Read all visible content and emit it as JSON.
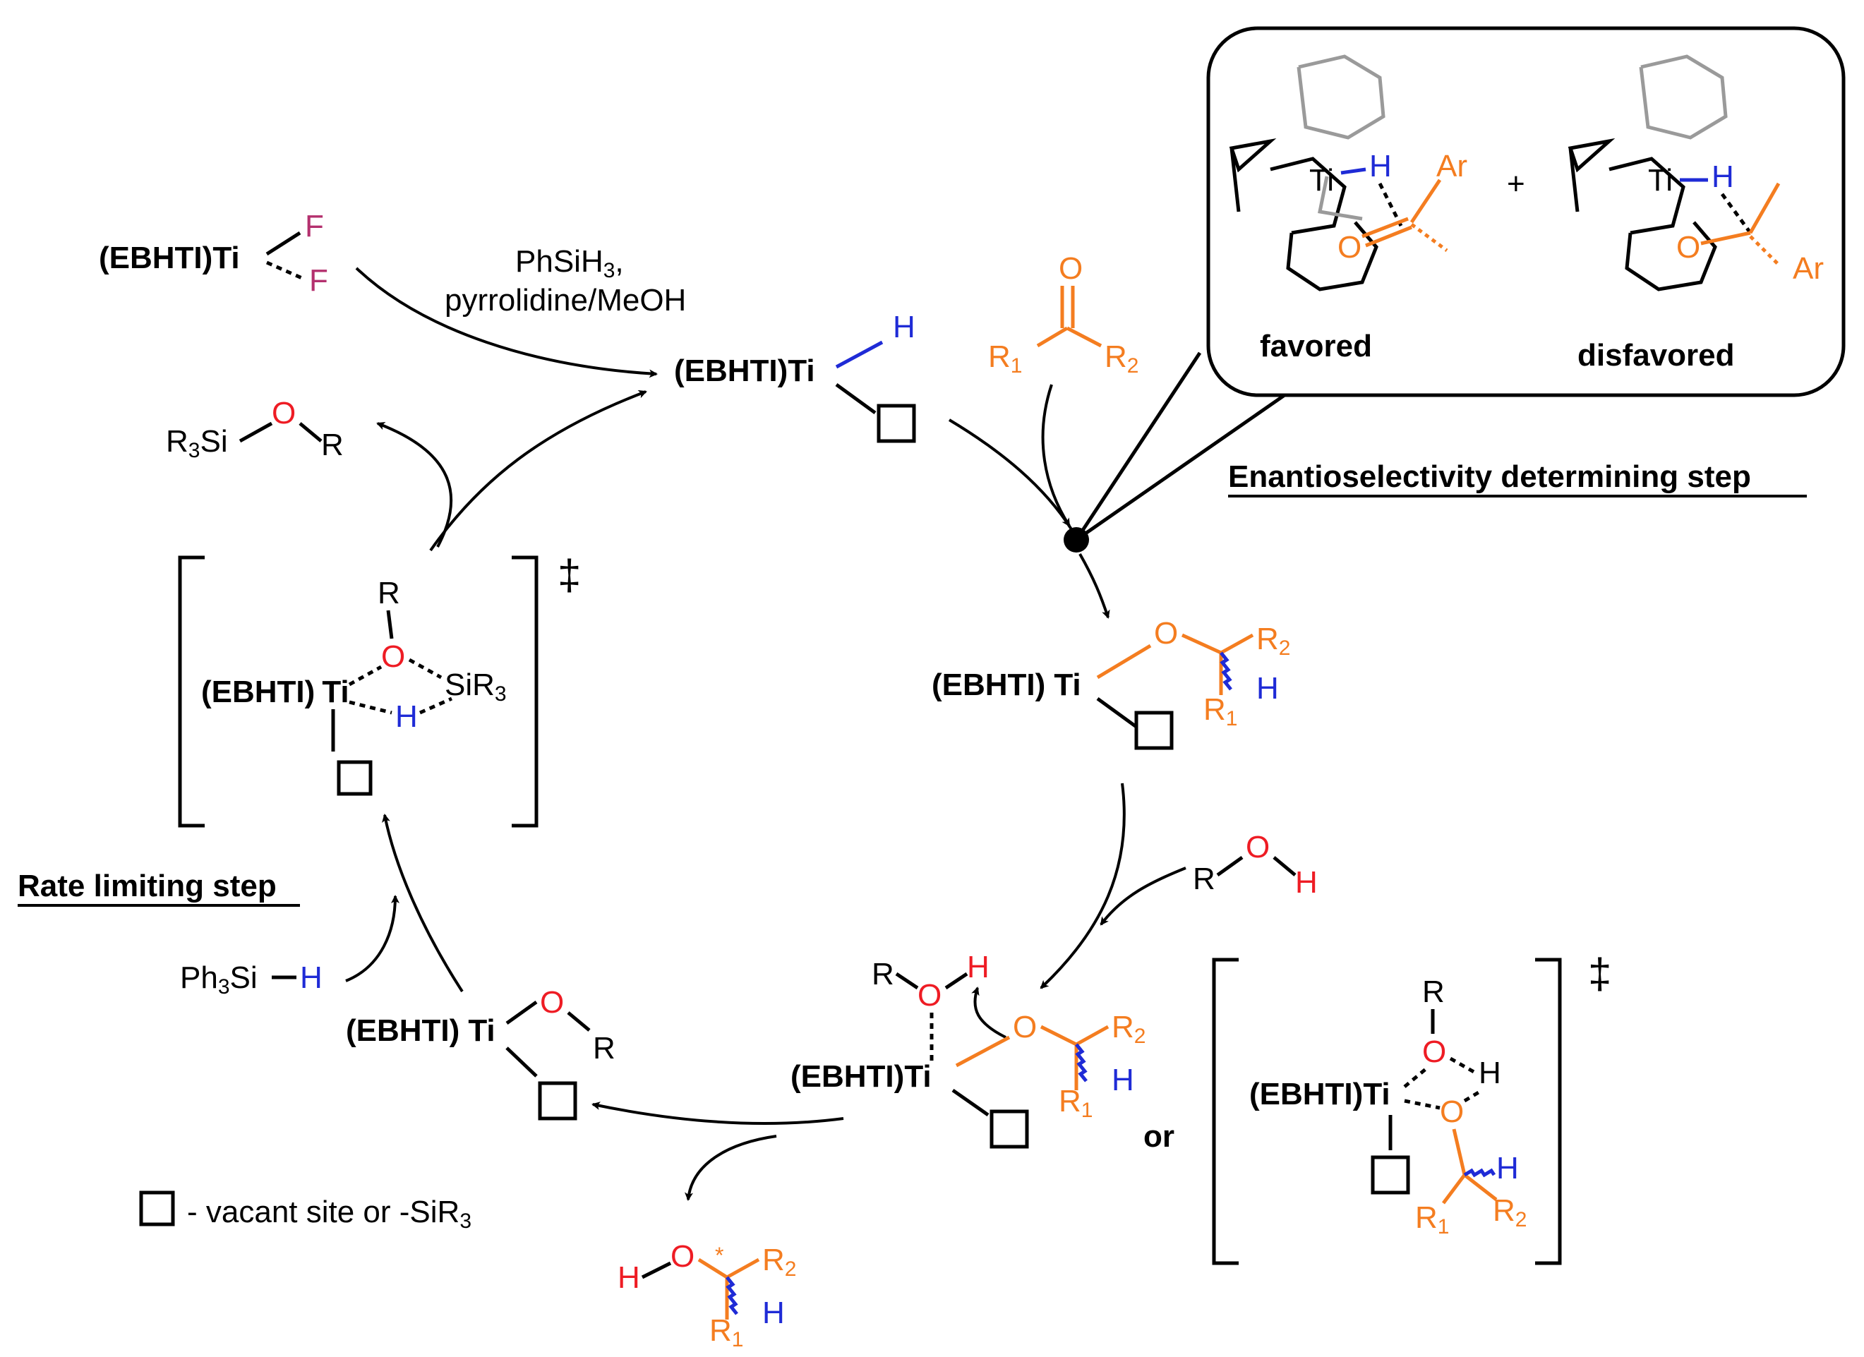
{
  "colors": {
    "black": "#000000",
    "orange": "#f47d20",
    "red": "#ee1c24",
    "blue": "#1f2bd6",
    "magenta": "#b4306e",
    "grey": "#9a9a9a"
  },
  "precatalyst": {
    "ligand": "(EBHTI)",
    "metal": "Ti",
    "f1": "F",
    "f2": "F"
  },
  "reagents": {
    "line1": "PhSiH",
    "line1_sub": "3",
    "line1_end": ",",
    "line2": "pyrrolidine/MeOH"
  },
  "ti_hydride": {
    "ligand": "(EBHTI)Ti",
    "h": "H"
  },
  "ketone": {
    "o": "O",
    "r1": "R",
    "r1_sub": "1",
    "r2": "R",
    "r2_sub": "2"
  },
  "inset": {
    "favored_label": "favored",
    "disfavored_label": "disfavored",
    "plus": "+",
    "ti": "Ti",
    "h": "H",
    "o": "O",
    "ar": "Ar"
  },
  "eds_label": "Enantioselectivity determining step",
  "alkoxide": {
    "ligand": "(EBHTI)",
    "metal": "Ti",
    "o": "O",
    "r2": "R",
    "r2_sub": "2",
    "r1": "R",
    "r1_sub": "1",
    "h": "H"
  },
  "alcohol": {
    "r": "R",
    "o": "O",
    "h": "H"
  },
  "central_complex": {
    "ligand": "(EBHTI)",
    "metal": "Ti",
    "r": "R",
    "o": "O",
    "h": "H",
    "o2": "O",
    "r2": "R",
    "r2_sub": "2",
    "r1": "R",
    "r1_sub": "1",
    "h2": "H"
  },
  "or_label": "or",
  "ts2": {
    "ligand": "(EBHTI)",
    "metal": "Ti",
    "r": "R",
    "o": "O",
    "h": "H",
    "o2": "O",
    "h2": "H",
    "r1": "R",
    "r1_sub": "1",
    "r2": "R",
    "r2_sub": "2",
    "dagger": "‡"
  },
  "ti_or": {
    "ligand": "(EBHTI)",
    "metal": "Ti",
    "o": "O",
    "r": "R"
  },
  "legend": {
    "text": "- vacant site or -SiR",
    "text_sub": "3"
  },
  "product": {
    "h": "H",
    "o": "O",
    "star": "*",
    "r2": "R",
    "r2_sub": "2",
    "r1": "R",
    "r1_sub": "1",
    "h2": "H"
  },
  "silane": {
    "text": "Ph",
    "sub": "3",
    "si": "Si",
    "h": "H"
  },
  "rls_label": "Rate limiting step",
  "ts1": {
    "ligand": "(EBHTI)",
    "metal": "Ti",
    "r": "R",
    "o": "O",
    "si": "SiR",
    "si_sub": "3",
    "h": "H",
    "dagger": "‡"
  },
  "silyl_ether": {
    "r3": "R",
    "r3_sub": "3",
    "si": "Si",
    "o": "O",
    "r": "R"
  }
}
